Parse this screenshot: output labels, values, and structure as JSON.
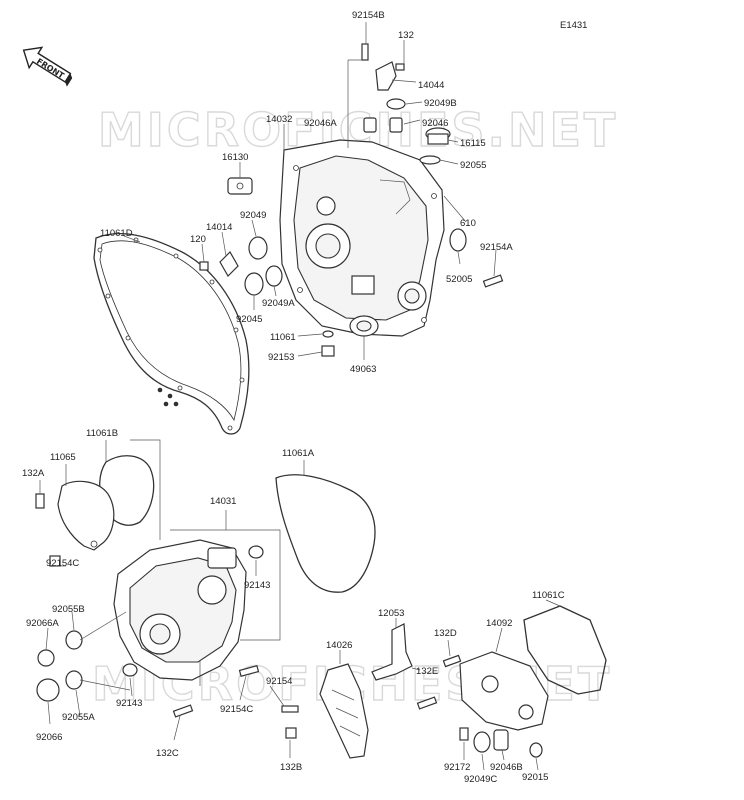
{
  "diagram": {
    "code": "E1431",
    "front_label": "FRONT",
    "watermark": [
      "MICROFICHES.NET",
      "MICROFICHES.NET"
    ],
    "parts": [
      {
        "id": "p-92154B",
        "label": "92154B"
      },
      {
        "id": "p-132-top",
        "label": "132"
      },
      {
        "id": "p-14044",
        "label": "14044"
      },
      {
        "id": "p-92049B",
        "label": "92049B"
      },
      {
        "id": "p-14032",
        "label": "14032"
      },
      {
        "id": "p-92046A",
        "label": "92046A"
      },
      {
        "id": "p-92046",
        "label": "92046"
      },
      {
        "id": "p-16115",
        "label": "16115"
      },
      {
        "id": "p-92055",
        "label": "92055"
      },
      {
        "id": "p-16130",
        "label": "16130"
      },
      {
        "id": "p-92049",
        "label": "92049"
      },
      {
        "id": "p-14014",
        "label": "14014"
      },
      {
        "id": "p-120",
        "label": "120"
      },
      {
        "id": "p-610",
        "label": "610"
      },
      {
        "id": "p-92154A",
        "label": "92154A"
      },
      {
        "id": "p-52005",
        "label": "52005"
      },
      {
        "id": "p-11061D",
        "label": "11061D"
      },
      {
        "id": "p-92049A",
        "label": "92049A"
      },
      {
        "id": "p-92045",
        "label": "92045"
      },
      {
        "id": "p-11061",
        "label": "11061"
      },
      {
        "id": "p-92153",
        "label": "92153"
      },
      {
        "id": "p-49063",
        "label": "49063"
      },
      {
        "id": "p-11061B",
        "label": "11061B"
      },
      {
        "id": "p-11065",
        "label": "11065"
      },
      {
        "id": "p-132A",
        "label": "132A"
      },
      {
        "id": "p-11061A",
        "label": "11061A"
      },
      {
        "id": "p-14031",
        "label": "14031"
      },
      {
        "id": "p-92154C-a",
        "label": "92154C"
      },
      {
        "id": "p-92143-a",
        "label": "92143"
      },
      {
        "id": "p-92055B",
        "label": "92055B"
      },
      {
        "id": "p-92066A",
        "label": "92066A"
      },
      {
        "id": "p-12053",
        "label": "12053"
      },
      {
        "id": "p-11061C",
        "label": "11061C"
      },
      {
        "id": "p-132D",
        "label": "132D"
      },
      {
        "id": "p-14092",
        "label": "14092"
      },
      {
        "id": "p-14026",
        "label": "14026"
      },
      {
        "id": "p-132E",
        "label": "132E"
      },
      {
        "id": "p-92066",
        "label": "92066"
      },
      {
        "id": "p-92055A",
        "label": "92055A"
      },
      {
        "id": "p-92143-b",
        "label": "92143"
      },
      {
        "id": "p-92154",
        "label": "92154"
      },
      {
        "id": "p-92154C-b",
        "label": "92154C"
      },
      {
        "id": "p-132C",
        "label": "132C"
      },
      {
        "id": "p-132B",
        "label": "132B"
      },
      {
        "id": "p-92172",
        "label": "92172"
      },
      {
        "id": "p-92049C",
        "label": "92049C"
      },
      {
        "id": "p-92046B",
        "label": "92046B"
      },
      {
        "id": "p-92015",
        "label": "92015"
      }
    ]
  }
}
